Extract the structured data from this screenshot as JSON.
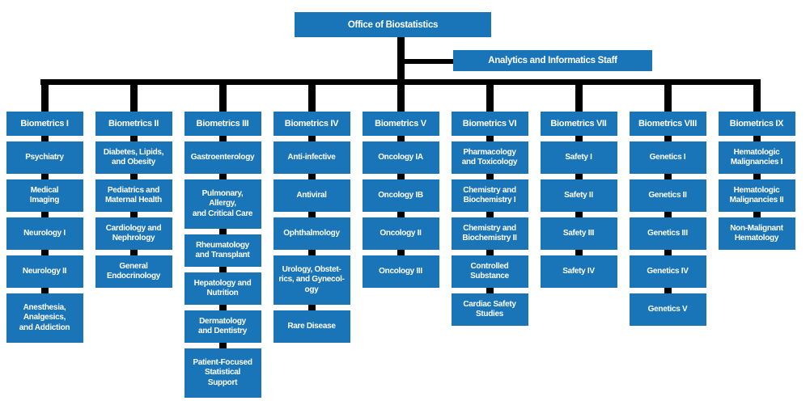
{
  "root": {
    "label": "Office of Biostatistics"
  },
  "analytics": {
    "label": "Analytics and Informatics Staff"
  },
  "colors": {
    "box_blue": "#1a75b8",
    "connector_black": "#000000",
    "text_white": "#ffffff"
  },
  "columns": [
    {
      "header": "Biometrics I",
      "units": [
        [
          "Psychiatry"
        ],
        [
          "Medical",
          "Imaging"
        ],
        [
          "Neurology I"
        ],
        [
          "Neurology II"
        ],
        [
          "Anesthesia,",
          "Analgesics,",
          "and Addiction"
        ]
      ]
    },
    {
      "header": "Biometrics II",
      "units": [
        [
          "Diabetes, Lipids,",
          "and Obesity"
        ],
        [
          "Pediatrics and",
          "Maternal Health"
        ],
        [
          "Cardiology and",
          "Nephrology"
        ],
        [
          "General",
          "Endocrinology"
        ]
      ]
    },
    {
      "header": "Biometrics III",
      "units": [
        [
          "Gastroenterology"
        ],
        [
          "Pulmonary,",
          "Allergy,",
          "and Critical Care"
        ],
        [
          "Rheumatology",
          "and Transplant"
        ],
        [
          "Hepatology and",
          "Nutrition"
        ],
        [
          "Dermatology",
          "and Dentistry"
        ],
        [
          "Patient-Focused",
          "Statistical",
          "Support"
        ]
      ]
    },
    {
      "header": "Biometrics IV",
      "units": [
        [
          "Anti-infective"
        ],
        [
          "Antiviral"
        ],
        [
          "Ophthalmology"
        ],
        [
          "Urology, Obstet-",
          "rics, and Gynecol-",
          "ogy"
        ],
        [
          "Rare Disease"
        ]
      ]
    },
    {
      "header": "Biometrics V",
      "units": [
        [
          "Oncology IA"
        ],
        [
          "Oncology IB"
        ],
        [
          "Oncology II"
        ],
        [
          "Oncology III"
        ]
      ]
    },
    {
      "header": "Biometrics VI",
      "units": [
        [
          "Pharmacology",
          "and Toxicology"
        ],
        [
          "Chemistry and",
          "Biochemistry I"
        ],
        [
          "Chemistry and",
          "Biochemistry II"
        ],
        [
          "Controlled",
          "Substance"
        ],
        [
          "Cardiac Safety",
          "Studies"
        ]
      ]
    },
    {
      "header": "Biometrics VII",
      "units": [
        [
          "Safety I"
        ],
        [
          "Safety II"
        ],
        [
          "Safety III"
        ],
        [
          "Safety IV"
        ]
      ]
    },
    {
      "header": "Biometrics VIII",
      "units": [
        [
          "Genetics I"
        ],
        [
          "Genetics II"
        ],
        [
          "Genetics III"
        ],
        [
          "Genetics IV"
        ],
        [
          "Genetics V"
        ]
      ]
    },
    {
      "header": "Biometrics IX",
      "units": [
        [
          "Hematologic",
          "Malignancies I"
        ],
        [
          "Hematologic",
          "Malignancies II"
        ],
        [
          "Non-Malignant",
          "Hematology"
        ]
      ]
    }
  ]
}
